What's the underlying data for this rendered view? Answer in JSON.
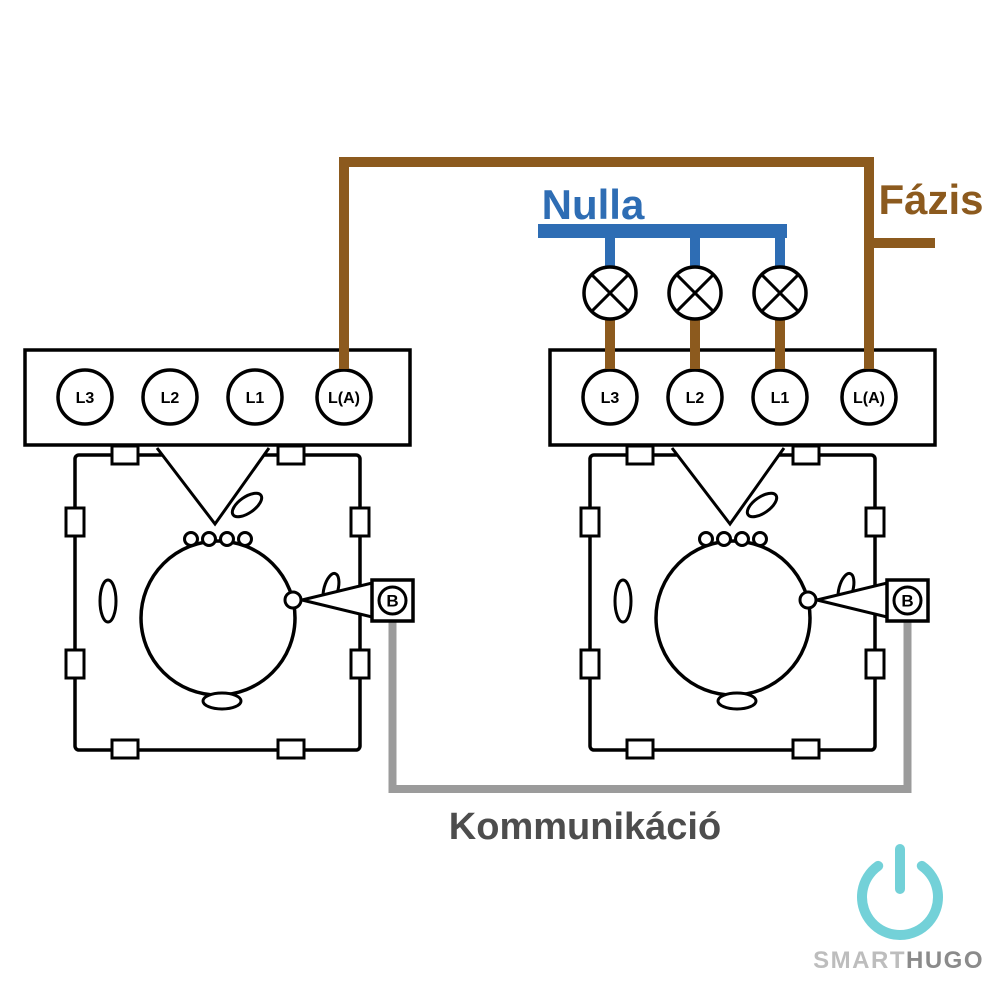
{
  "diagram": {
    "type": "wiring-diagram",
    "labels": {
      "neutral": "Nulla",
      "phase": "Fázis",
      "communication": "Kommunikáció"
    },
    "colors": {
      "phase_brown": "#8C5A1E",
      "neutral_blue": "#2E6DB4",
      "comm_gray": "#9B9B9B",
      "comm_text_gray": "#4D4D4D"
    },
    "left_switch": {
      "terminals": [
        "L3",
        "L2",
        "L1",
        "L(A)"
      ],
      "comm_port": "B"
    },
    "right_switch": {
      "terminals": [
        "L3",
        "L2",
        "L1",
        "L(A)"
      ],
      "comm_port": "B"
    },
    "lamp_count": 3
  },
  "branding": {
    "smart": "SMART",
    "hugo": "HUGO",
    "logo_teal": "#73D1D8",
    "smart_gray": "#BDBDBD",
    "hugo_gray": "#8B8B8B"
  }
}
